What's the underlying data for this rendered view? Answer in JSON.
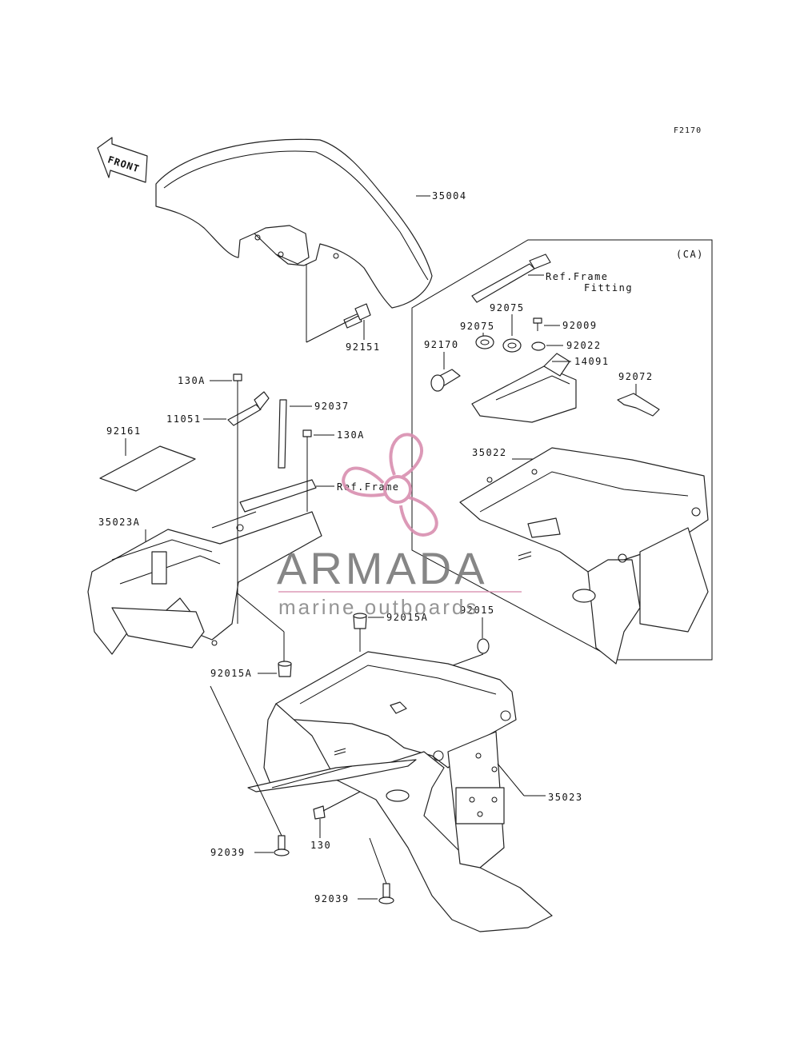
{
  "figure_code": "F2170",
  "front_arrow_label": "FRONT",
  "ca_variant_label": "(CA)",
  "labels": {
    "p35004": "35004",
    "p92151": "92151",
    "p130A_1": "130A",
    "p11051": "11051",
    "p92037": "92037",
    "p130A_2": "130A",
    "p92161": "92161",
    "ref_frame": "Ref.Frame",
    "p35023A": "35023A",
    "p92015A_1": "92015A",
    "p92015": "92015",
    "p92015A_2": "92015A",
    "p35023": "35023",
    "p130": "130",
    "p92039_1": "92039",
    "p92039_2": "92039",
    "ref_frame_fitting_1": "Ref.Frame",
    "ref_frame_fitting_2": "Fitting",
    "p92075_1": "92075",
    "p92075_2": "92075",
    "p92009": "92009",
    "p92170": "92170",
    "p92022": "92022",
    "p14091": "14091",
    "p92072": "92072",
    "p35022": "35022"
  },
  "watermark": {
    "title": "ARMADA",
    "subtitle": "marine outboards",
    "accent_color": "#d98fb0"
  }
}
